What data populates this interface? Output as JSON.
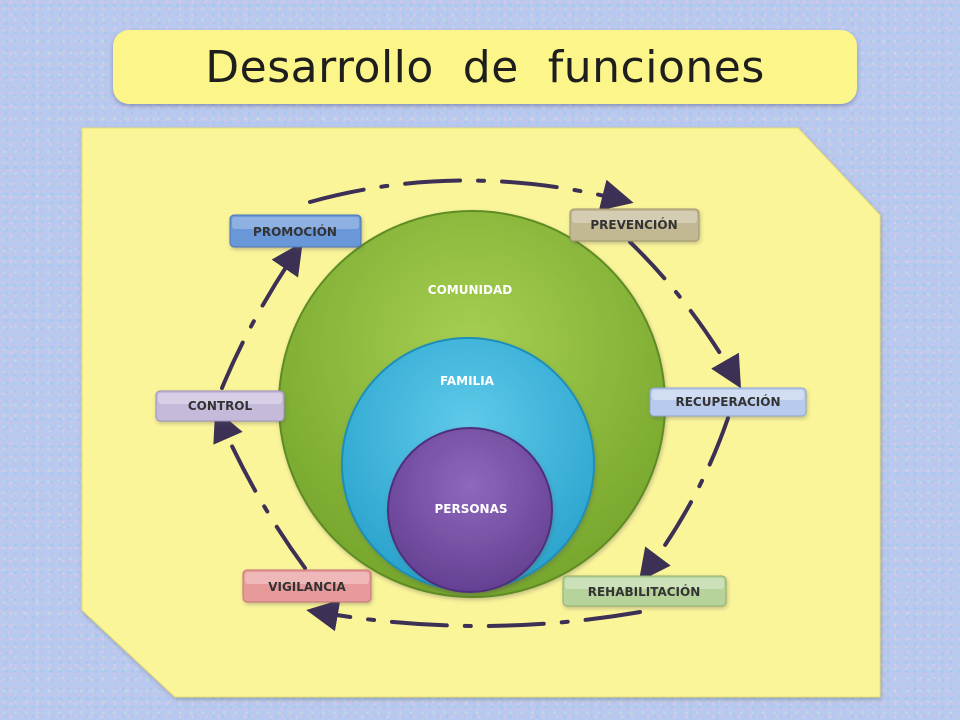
{
  "title": "Desarrollo  de  funciones",
  "circles": {
    "outer": "COMUNIDAD",
    "middle": "FAMILIA",
    "inner": "PERSONAS"
  },
  "functions": {
    "promocion": "PROMOCIÓN",
    "prevencion": "PREVENCIÓN",
    "control": "CONTROL",
    "recuperacion": "RECUPERACIÓN",
    "vigilancia": "VIGILANCIA",
    "rehabilitacion": "REHABILITACIÓN"
  },
  "colors": {
    "title_bg": "#fbf58a",
    "panel_bg": "#fbf59a",
    "comunidad": "#8dbb3a",
    "familia": "#3fb6dc",
    "personas": "#7a52a8",
    "promocion": "#6b97d8",
    "prevencion": "#c2b893",
    "control": "#c6badb",
    "recuperacion": "#b8cbec",
    "vigilancia": "#e79a9a",
    "rehabilitacion": "#b7d39c",
    "arrows": "#3c3055"
  }
}
